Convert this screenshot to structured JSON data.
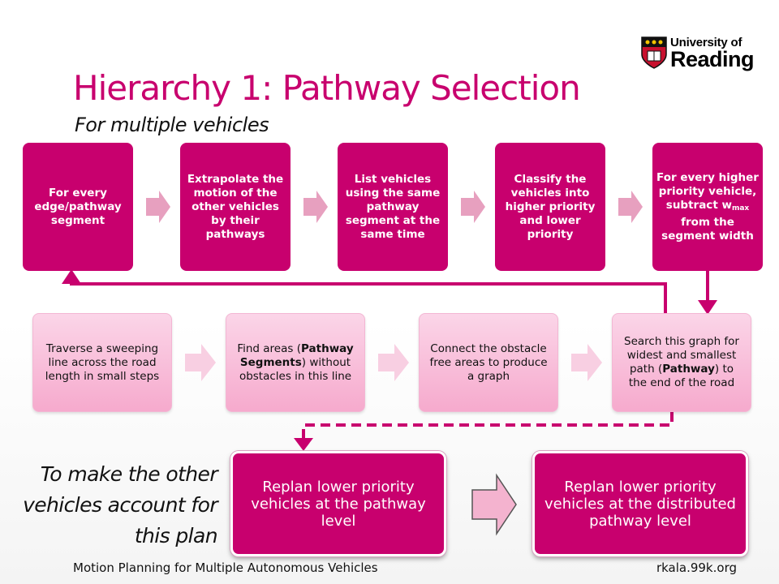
{
  "logo": {
    "line1": "University of",
    "line2": "Reading"
  },
  "title": "Hierarchy 1: Pathway Selection",
  "subtitle": "For multiple vehicles",
  "top_row": [
    {
      "text": "For every edge/pathway segment"
    },
    {
      "text": "Extrapolate the motion of the other vehicles by their pathways"
    },
    {
      "text": "List vehicles using the same pathway segment at the same time"
    },
    {
      "text": "Classify the vehicles into higher priority and lower priority"
    },
    {
      "text_before": "For every higher priority vehicle, subtract w",
      "text_sub": "max",
      "text_after": " from the segment width"
    }
  ],
  "middle_row": [
    {
      "text": "Traverse a sweeping line across the road length in small steps"
    },
    {
      "text_before": "Find areas (",
      "text_bold": "Pathway Segments",
      "text_after": ") without obstacles in this line"
    },
    {
      "text": "Connect the obstacle free areas to produce a graph"
    },
    {
      "text_before": "Search this graph for widest and smallest path (",
      "text_bold": "Pathway",
      "text_after": ") to the end of the road"
    }
  ],
  "bottom_row": [
    {
      "text": "Replan lower priority vehicles at the pathway level"
    },
    {
      "text": "Replan lower priority vehicles at the distributed pathway level"
    }
  ],
  "note": "To make the other vehicles account for this plan",
  "footer": {
    "left": "Motion Planning for Multiple Autonomous Vehicles",
    "right": "rkala.99k.org"
  },
  "colors": {
    "accent": "#c8006e",
    "light_box": "#f8c3dd",
    "arrow_light": "#f4b3cf",
    "arrow_top": "#e7a0bf"
  }
}
